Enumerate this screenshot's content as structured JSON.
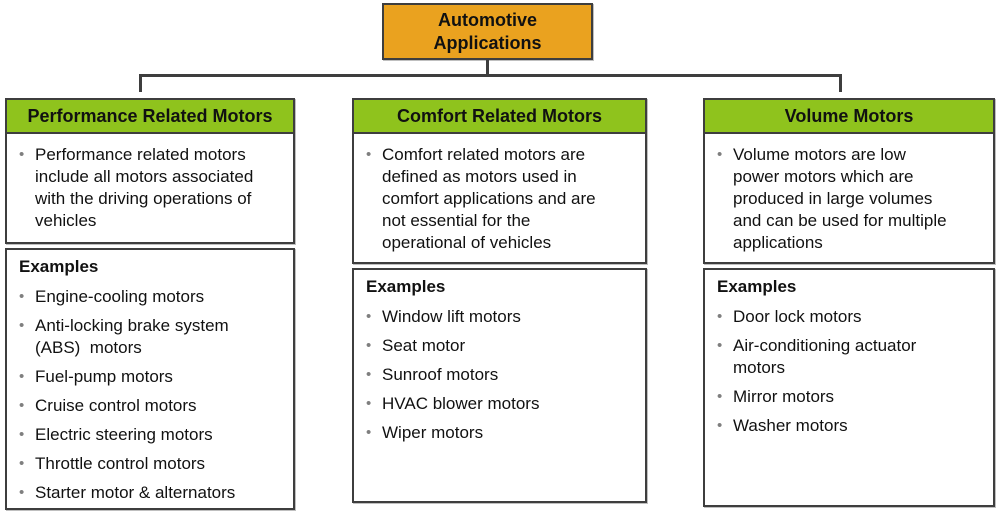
{
  "root": {
    "label": "Automotive\nApplications"
  },
  "columns": [
    {
      "title": "Performance Related Motors",
      "description": "Performance related motors\ninclude all motors associated\nwith the driving operations of\nvehicles",
      "examples_label": "Examples",
      "examples": [
        "Engine-cooling motors",
        "Anti-locking brake system\n(ABS)  motors",
        "Fuel-pump motors",
        "Cruise control motors",
        "Electric steering motors",
        "Throttle control motors",
        "Starter motor & alternators"
      ]
    },
    {
      "title": "Comfort Related Motors",
      "description": "Comfort related motors are\ndefined as motors used in\ncomfort applications and are\nnot essential for the\noperational of vehicles",
      "examples_label": "Examples",
      "examples": [
        "Window lift motors",
        "Seat motor",
        "Sunroof motors",
        "HVAC blower motors",
        "Wiper motors"
      ]
    },
    {
      "title": "Volume Motors",
      "description": "Volume motors are low\npower motors which are\nproduced in large volumes\nand can be used for multiple\napplications",
      "examples_label": "Examples",
      "examples": [
        "Door lock motors",
        "Air-conditioning actuator\nmotors",
        "Mirror motors",
        "Washer motors"
      ]
    }
  ],
  "colors": {
    "root_bg": "#EAA21F",
    "header_bg": "#8FC31D",
    "border": "#3E3E3E",
    "bullet": "#7F7F7F"
  }
}
